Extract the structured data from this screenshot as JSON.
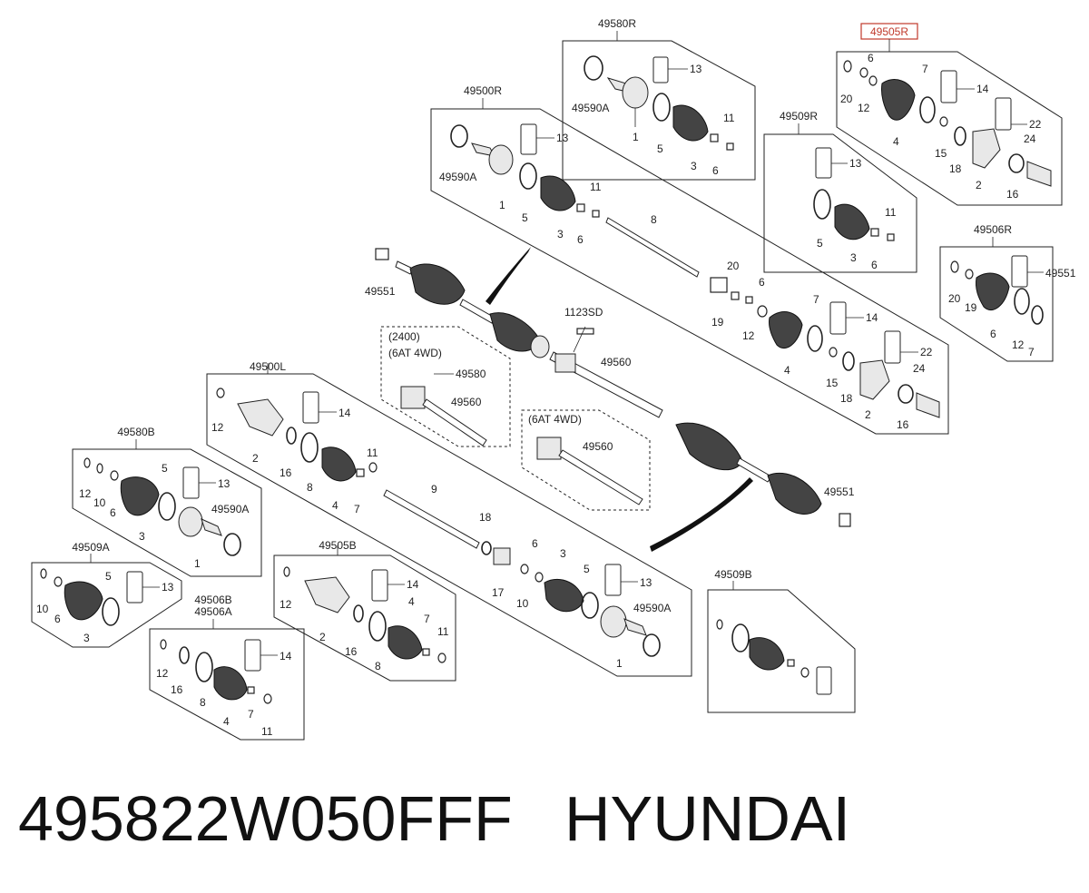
{
  "highlight": {
    "label": "49505R",
    "color": "#c0392b"
  },
  "groups": {
    "g49580R": "49580R",
    "g49505R": "49505R",
    "g49500R": "49500R",
    "g49509R": "49509R",
    "g49506R": "49506R",
    "g49500L": "49500L",
    "g49580B": "49580B",
    "g49509A": "49509A",
    "g49505B": "49505B",
    "g49506B": "49506B",
    "g49506A": "49506A",
    "g49509B": "49509B"
  },
  "notes": {
    "n2400": "(2400)",
    "n6at4wd_a": "(6AT 4WD)",
    "n6at4wd_b": "(6AT 4WD)"
  },
  "part_labels": [
    {
      "id": "p1",
      "text": "13"
    },
    {
      "id": "p2",
      "text": "49590A"
    },
    {
      "id": "p3",
      "text": "1"
    },
    {
      "id": "p4",
      "text": "5"
    },
    {
      "id": "p5",
      "text": "3"
    },
    {
      "id": "p6",
      "text": "6"
    },
    {
      "id": "p7",
      "text": "11"
    },
    {
      "id": "p8",
      "text": "6"
    },
    {
      "id": "p9",
      "text": "7"
    },
    {
      "id": "p10",
      "text": "14"
    },
    {
      "id": "p11",
      "text": "20"
    },
    {
      "id": "p12",
      "text": "12"
    },
    {
      "id": "p13",
      "text": "4"
    },
    {
      "id": "p14",
      "text": "22"
    },
    {
      "id": "p15",
      "text": "15"
    },
    {
      "id": "p16",
      "text": "24"
    },
    {
      "id": "p17",
      "text": "18"
    },
    {
      "id": "p18",
      "text": "2"
    },
    {
      "id": "p19",
      "text": "16"
    },
    {
      "id": "p20",
      "text": "13"
    },
    {
      "id": "p21",
      "text": "49590A"
    },
    {
      "id": "p22",
      "text": "1"
    },
    {
      "id": "p23",
      "text": "5"
    },
    {
      "id": "p24",
      "text": "3"
    },
    {
      "id": "p25",
      "text": "6"
    },
    {
      "id": "p26",
      "text": "11"
    },
    {
      "id": "p27",
      "text": "8"
    },
    {
      "id": "p28",
      "text": "13"
    },
    {
      "id": "p29",
      "text": "11"
    },
    {
      "id": "p30",
      "text": "5"
    },
    {
      "id": "p31",
      "text": "3"
    },
    {
      "id": "p32",
      "text": "6"
    },
    {
      "id": "p33",
      "text": "49551"
    },
    {
      "id": "p34",
      "text": "20"
    },
    {
      "id": "p35",
      "text": "19"
    },
    {
      "id": "p36",
      "text": "6"
    },
    {
      "id": "p37",
      "text": "12"
    },
    {
      "id": "p38",
      "text": "7"
    },
    {
      "id": "p39",
      "text": "14"
    },
    {
      "id": "p40",
      "text": "4"
    },
    {
      "id": "p41",
      "text": "22"
    },
    {
      "id": "p42",
      "text": "15"
    },
    {
      "id": "p43",
      "text": "24"
    },
    {
      "id": "p44",
      "text": "18"
    },
    {
      "id": "p45",
      "text": "2"
    },
    {
      "id": "p46",
      "text": "16"
    },
    {
      "id": "p47",
      "text": "14"
    },
    {
      "id": "p48",
      "text": "12"
    },
    {
      "id": "p49",
      "text": "6"
    },
    {
      "id": "p50",
      "text": "4"
    },
    {
      "id": "p51",
      "text": "7"
    },
    {
      "id": "p52",
      "text": "18"
    },
    {
      "id": "p53",
      "text": "1123SD"
    },
    {
      "id": "p54",
      "text": "49560"
    },
    {
      "id": "p55",
      "text": "49580"
    },
    {
      "id": "p56",
      "text": "49560"
    },
    {
      "id": "p57",
      "text": "49560"
    },
    {
      "id": "p58",
      "text": "49551"
    },
    {
      "id": "p59",
      "text": "12"
    },
    {
      "id": "p60",
      "text": "14"
    },
    {
      "id": "p61",
      "text": "2"
    },
    {
      "id": "p62",
      "text": "16"
    },
    {
      "id": "p63",
      "text": "8"
    },
    {
      "id": "p64",
      "text": "4"
    },
    {
      "id": "p65",
      "text": "11"
    },
    {
      "id": "p66",
      "text": "7"
    },
    {
      "id": "p67",
      "text": "9"
    },
    {
      "id": "p68",
      "text": "18"
    },
    {
      "id": "p69",
      "text": "17"
    },
    {
      "id": "p70",
      "text": "6"
    },
    {
      "id": "p71",
      "text": "10"
    },
    {
      "id": "p72",
      "text": "3"
    },
    {
      "id": "p73",
      "text": "5"
    },
    {
      "id": "p74",
      "text": "13"
    },
    {
      "id": "p75",
      "text": "49590A"
    },
    {
      "id": "p76",
      "text": "1"
    },
    {
      "id": "p77",
      "text": "12"
    },
    {
      "id": "p78",
      "text": "10"
    },
    {
      "id": "p79",
      "text": "6"
    },
    {
      "id": "p80",
      "text": "5"
    },
    {
      "id": "p81",
      "text": "13"
    },
    {
      "id": "p82",
      "text": "3"
    },
    {
      "id": "p83",
      "text": "49590A"
    },
    {
      "id": "p84",
      "text": "1"
    },
    {
      "id": "p85",
      "text": "10"
    },
    {
      "id": "p86",
      "text": "6"
    },
    {
      "id": "p87",
      "text": "5"
    },
    {
      "id": "p88",
      "text": "13"
    },
    {
      "id": "p89",
      "text": "3"
    },
    {
      "id": "p90",
      "text": "12"
    },
    {
      "id": "p91",
      "text": "14"
    },
    {
      "id": "p92",
      "text": "2"
    },
    {
      "id": "p93",
      "text": "16"
    },
    {
      "id": "p94",
      "text": "4"
    },
    {
      "id": "p95",
      "text": "7"
    },
    {
      "id": "p96",
      "text": "11"
    },
    {
      "id": "p97",
      "text": "8"
    },
    {
      "id": "p98",
      "text": "12"
    },
    {
      "id": "p99",
      "text": "16"
    },
    {
      "id": "p100",
      "text": "14"
    },
    {
      "id": "p101",
      "text": "8"
    },
    {
      "id": "p102",
      "text": "4"
    },
    {
      "id": "p103",
      "text": "7"
    },
    {
      "id": "p104",
      "text": "11"
    }
  ],
  "footer": {
    "part_number": "495822W050FFF",
    "brand": "HYUNDAI"
  }
}
